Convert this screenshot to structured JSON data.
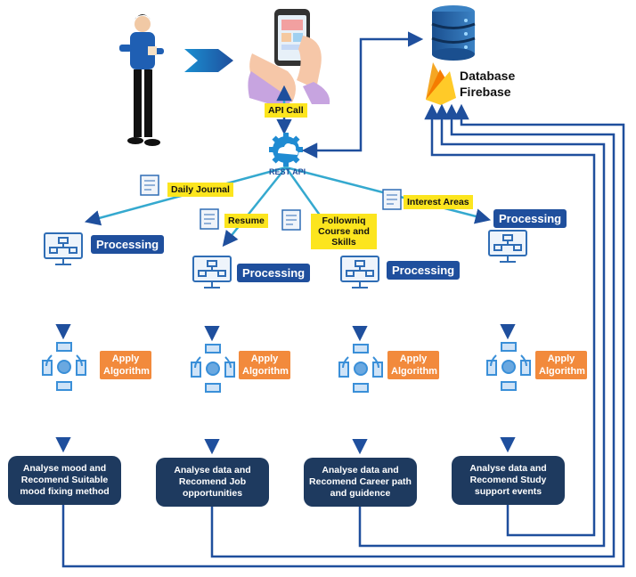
{
  "api_call_label": "API Call",
  "rest_api_label": "REST API",
  "database": {
    "title": "Database",
    "subtitle": "Firebase"
  },
  "inputs": {
    "daily_journal": "Daily Journal",
    "resume": "Resume",
    "following_course": "Followniq Course and Skills",
    "interest_areas": "Interest Areas"
  },
  "processing_label": "Processing",
  "apply_algorithm_label": "Apply Algorithm",
  "results": [
    "Analyse mood and Recomend Suitable mood fixing method",
    "Analyse data and Recomend Job opportunities",
    "Analyse data and Recomend Career path and guidence",
    "Analyse data and Recomend Study support events"
  ],
  "colors": {
    "arrow_blue": "#1f4f9d",
    "line_cyan": "#35a9cf",
    "processing_bg": "#1f4f9d",
    "algorithm_bg": "#f28a3c",
    "result_bg": "#1e3a5f",
    "tag_yellow": "#fce51e",
    "firebase_orange": "#f5a623"
  },
  "icons": [
    "person-icon",
    "chevron-arrow-icon",
    "phone-hands-icon",
    "database-icon",
    "firebase-icon",
    "gear-cloud-icon",
    "document-icon",
    "monitor-flow-icon",
    "algorithm-cycle-icon"
  ]
}
